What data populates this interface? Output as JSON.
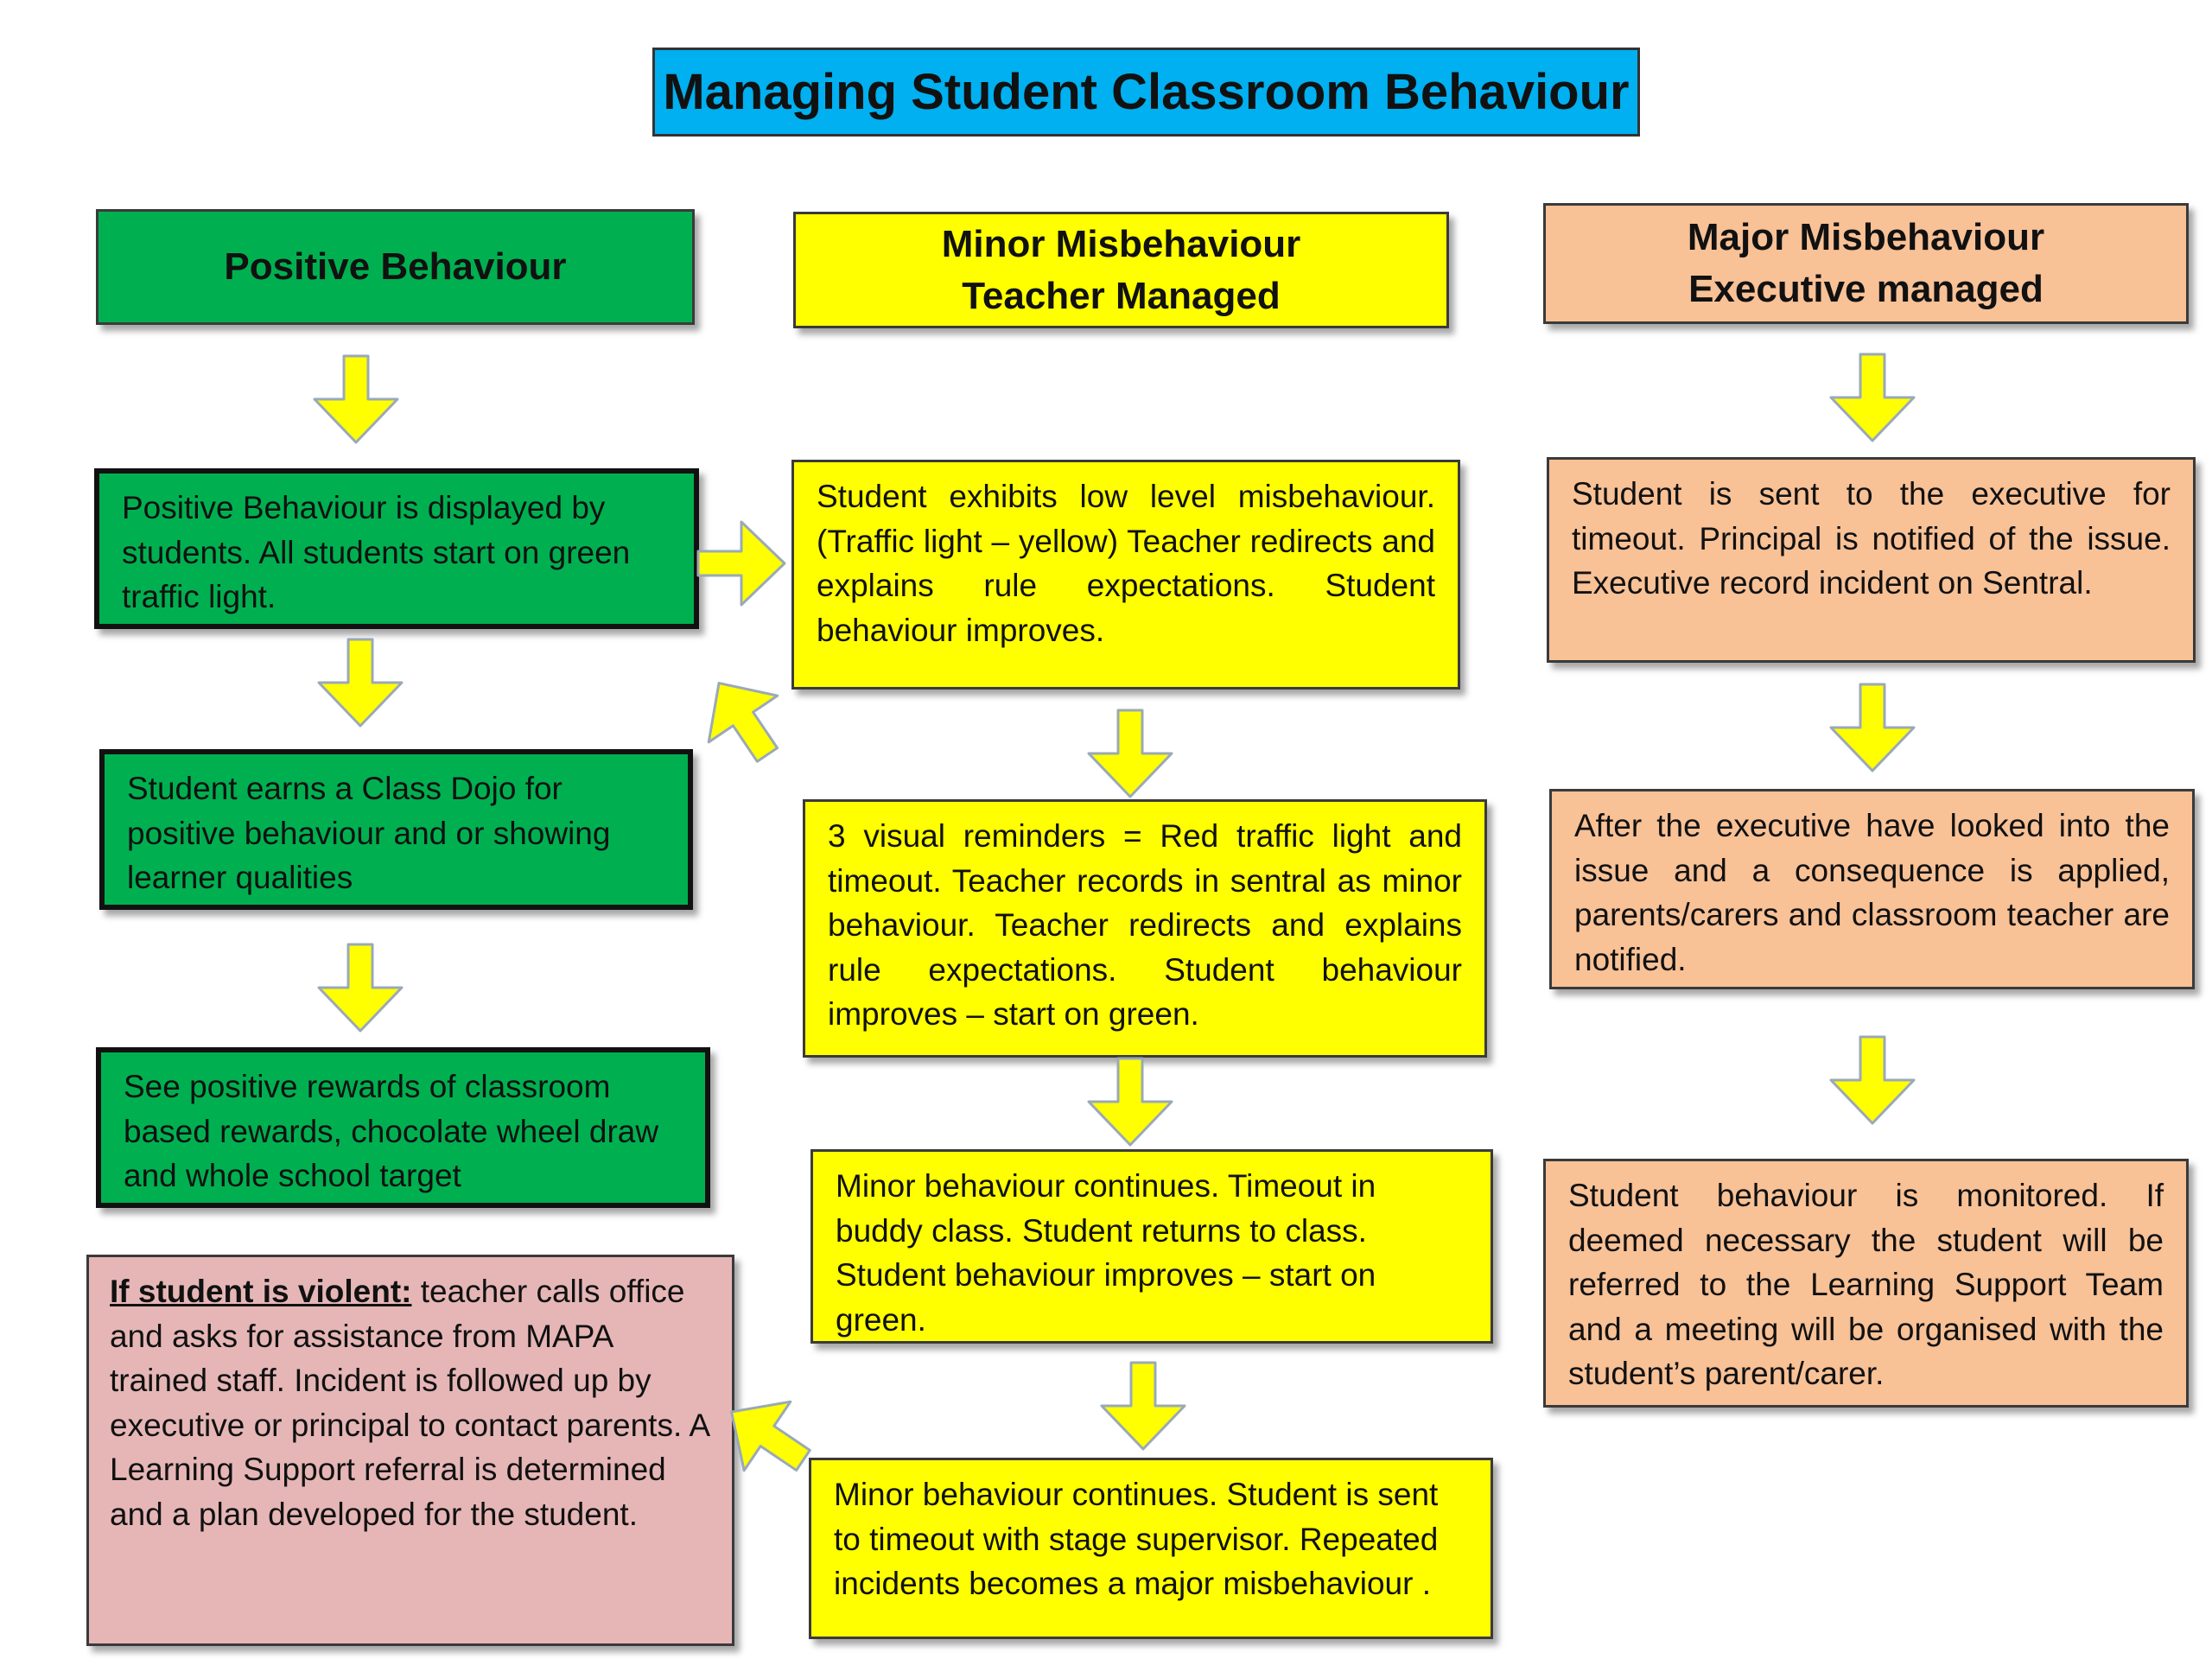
{
  "title": "Managing Student Classroom Behaviour",
  "colors": {
    "title_bg": "#00b0f0",
    "positive": "#00b050",
    "minor": "#ffff00",
    "major": "#f8c196",
    "violent": "#e6b6b6",
    "arrow_fill": "#ffff00",
    "arrow_stroke": "#9aa9b8"
  },
  "columns": {
    "positive": {
      "header": [
        "Positive Behaviour"
      ],
      "steps": [
        "Positive Behaviour is displayed by students. All students start on green traffic light.",
        "Student earns a Class Dojo for positive behaviour and or showing learner qualities",
        "See positive rewards of classroom based rewards, chocolate wheel draw and whole school target"
      ]
    },
    "minor": {
      "header": [
        "Minor Misbehaviour",
        "Teacher Managed"
      ],
      "steps": [
        "Student exhibits low level misbehaviour. (Traffic light – yellow)  Teacher redirects and explains rule expectations. Student behaviour improves.",
        "3 visual reminders = Red traffic light and timeout. Teacher records in sentral as minor behaviour. Teacher redirects and explains rule expectations.  Student behaviour improves – start on green.",
        "Minor behaviour continues. Timeout in buddy class. Student returns to class. Student behaviour improves – start on green.",
        "Minor behaviour continues. Student is sent to timeout with stage supervisor. Repeated incidents becomes a major misbehaviour ."
      ]
    },
    "major": {
      "header": [
        "Major Misbehaviour",
        "Executive managed"
      ],
      "steps": [
        "Student is sent to the executive for timeout. Principal is notified of the issue. Executive record incident on Sentral.",
        "After the executive have looked into the issue and a consequence is applied, parents/carers and classroom teacher are notified.",
        "Student behaviour is monitored. If deemed necessary the student will be referred to the Learning Support Team and a meeting will be organised with the student’s parent/carer."
      ]
    }
  },
  "violent": {
    "label": "If student is violent:",
    "text": " teacher calls office and asks for assistance from MAPA trained staff. Incident is followed up by executive or principal to  contact parents.  A Learning Support referral is determined and a plan  developed for the student."
  }
}
